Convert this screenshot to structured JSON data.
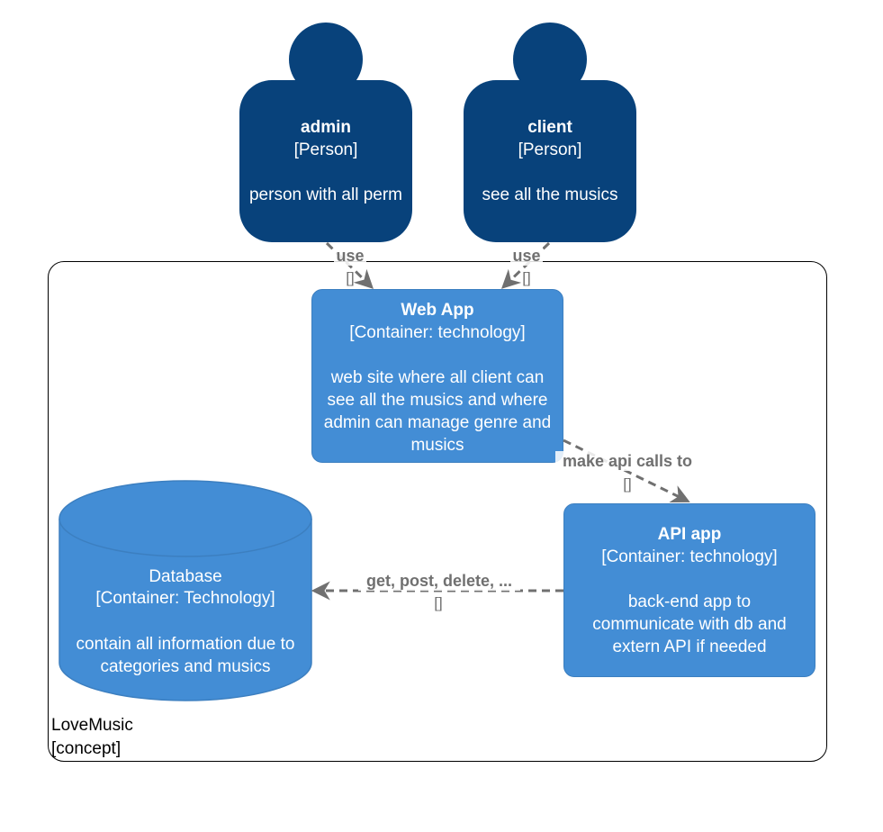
{
  "boundary": {
    "name": "LoveMusic",
    "type": "[concept]"
  },
  "persons": {
    "admin": {
      "name": "admin",
      "type": "[Person]",
      "description": "person with all perm"
    },
    "client": {
      "name": "client",
      "type": "[Person]",
      "description": "see all the musics"
    }
  },
  "containers": {
    "web_app": {
      "name": "Web App",
      "type": "[Container: technology]",
      "description": "web site where all client can see all the musics and where admin can manage genre and musics"
    },
    "api_app": {
      "name": "API app",
      "type": "[Container: technology]",
      "description": "back-end app to communicate with db and extern API if needed"
    },
    "database": {
      "name": "Database",
      "type": "[Container: Technology]",
      "description": "contain all information due to categories and musics"
    }
  },
  "relationships": {
    "admin_webapp": {
      "label": "use",
      "technology": "[]"
    },
    "client_webapp": {
      "label": "use",
      "technology": "[]"
    },
    "webapp_api": {
      "label": "make api calls to",
      "technology": "[]"
    },
    "api_db": {
      "label": "get, post, delete, ...",
      "technology": "[]"
    }
  },
  "colors": {
    "person": "#08427b",
    "container": "#438dd5",
    "database": "#438dd5",
    "edge": "#707070",
    "boundary": "#000000"
  }
}
